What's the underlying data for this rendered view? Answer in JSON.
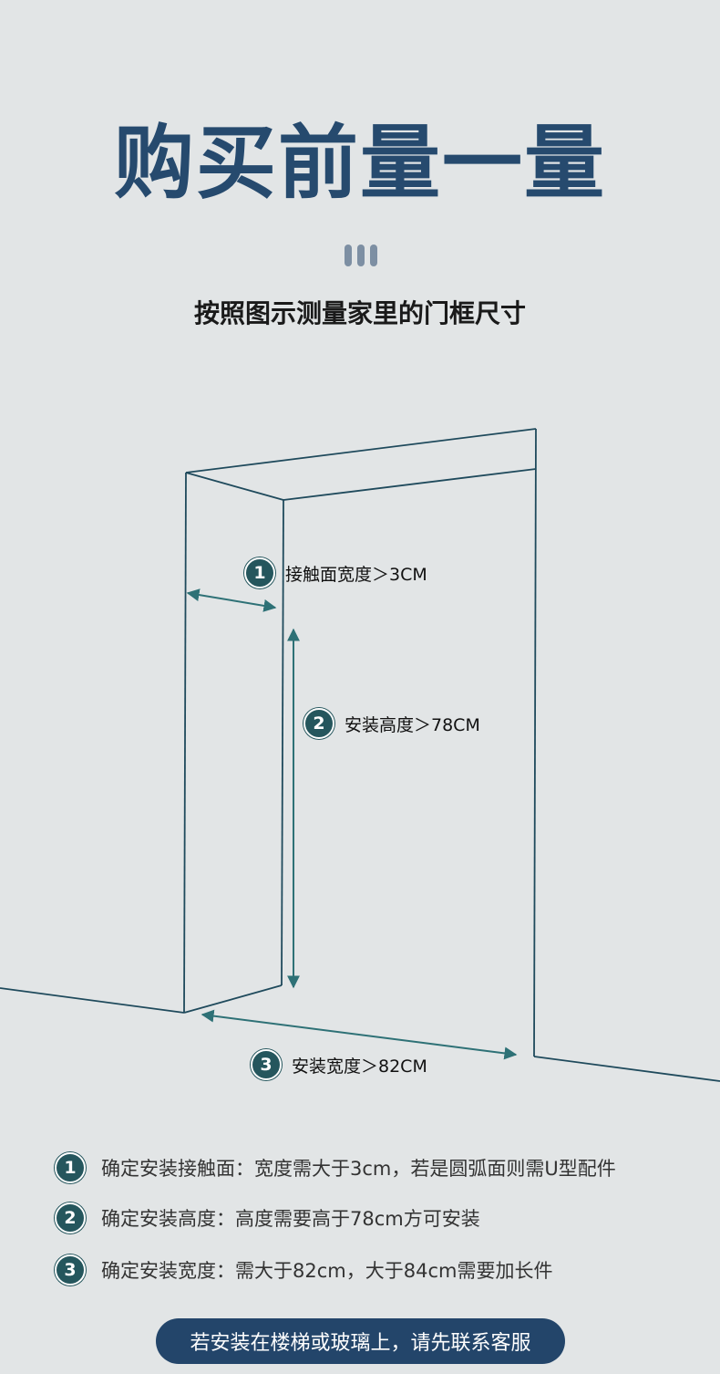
{
  "title": "购买前量一量",
  "subtitle": "按照图示测量家里的门框尺寸",
  "callouts": [
    {
      "num": "1",
      "label": "接触面宽度＞3CM"
    },
    {
      "num": "2",
      "label": "安装高度＞78CM"
    },
    {
      "num": "3",
      "label": "安装宽度＞82CM"
    }
  ],
  "notes": [
    {
      "num": "1",
      "text": "确定安装接触面：宽度需大于3cm，若是圆弧面则需U型配件"
    },
    {
      "num": "2",
      "text": "确定安装高度：高度需要高于78cm方可安装"
    },
    {
      "num": "3",
      "text": "确定安装宽度：需大于82cm，大于84cm需要加长件"
    }
  ],
  "cta": "若安装在楼梯或玻璃上，请先联系客服",
  "colors": {
    "background": "#e2e5e6",
    "title": "#264a6e",
    "line": "#1f4a5c",
    "arrow": "#2e7176",
    "badge": "#25565d",
    "cta": "#23456a"
  }
}
